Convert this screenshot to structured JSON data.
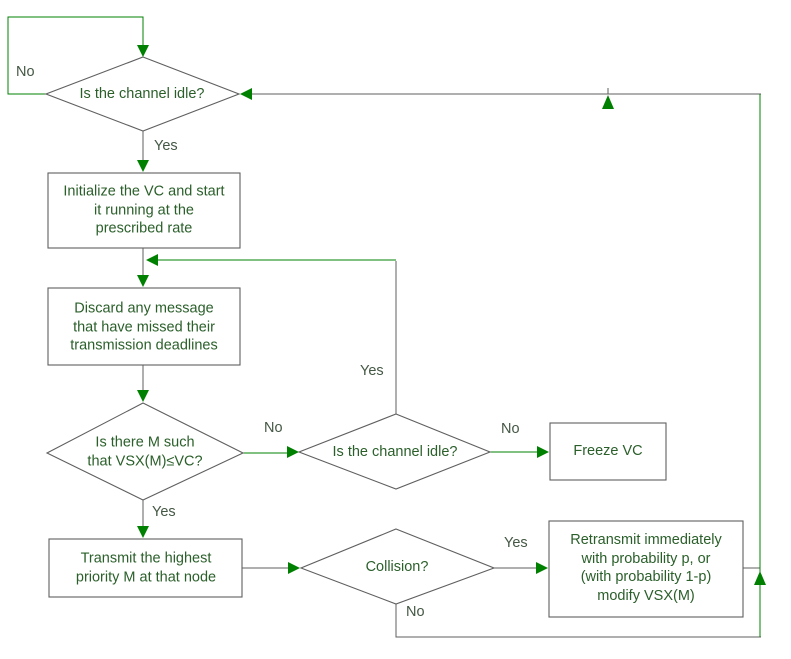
{
  "colors": {
    "green": "#008000",
    "gray": "#5f5f5f",
    "text": "#2a5f2a",
    "label": "#445744"
  },
  "nodes": {
    "decision_channel_idle_top": {
      "label": "Is the channel idle?"
    },
    "process_initialize_vc": {
      "lines": [
        "Initialize the VC and start",
        "it running at the",
        "prescribed rate"
      ]
    },
    "process_discard_messages": {
      "lines": [
        "Discard any message",
        "that have missed their",
        "transmission deadlines"
      ]
    },
    "decision_m_exists": {
      "lines": [
        "Is there M such",
        "that VSX(M)≤VC?"
      ]
    },
    "decision_channel_idle_mid": {
      "label": "Is the channel idle?"
    },
    "process_freeze_vc": {
      "label": "Freeze VC"
    },
    "process_transmit_highest": {
      "lines": [
        "Transmit the highest",
        "priority M at that node"
      ]
    },
    "decision_collision": {
      "label": "Collision?"
    },
    "process_retransmit": {
      "lines": [
        "Retransmit immediately",
        "with probability p, or",
        "(with probability 1-p)",
        "modify VSX(M)"
      ]
    }
  },
  "edge_labels": {
    "no_top": "No",
    "yes_top": "Yes",
    "yes_return": "Yes",
    "no_m_exists": "No",
    "no_idle_mid": "No",
    "yes_m_exists": "Yes",
    "yes_collision": "Yes",
    "no_collision": "No"
  }
}
